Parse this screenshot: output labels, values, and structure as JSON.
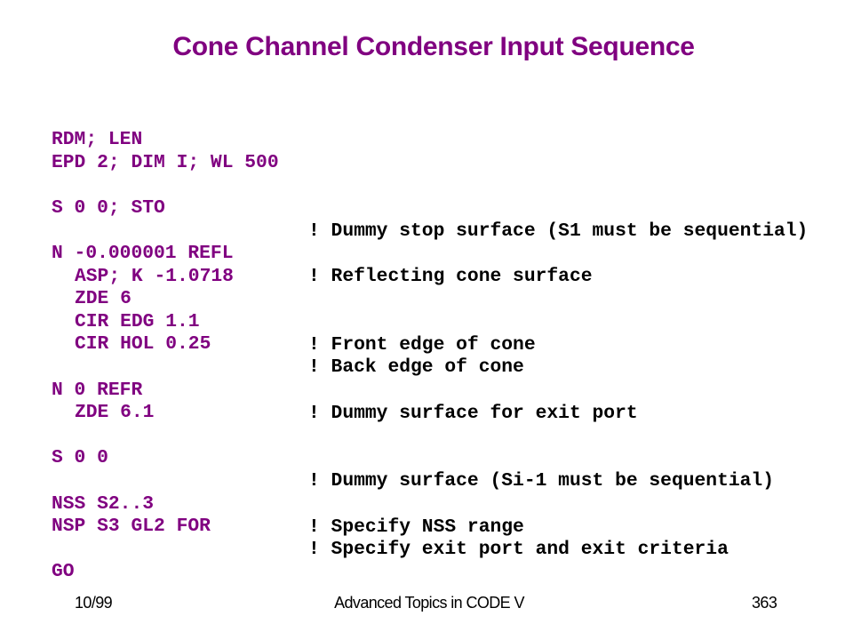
{
  "slide": {
    "title": "Cone Channel Condenser Input Sequence",
    "colors": {
      "title": "#800080",
      "command": "#800080",
      "comment": "#000000"
    },
    "lines": [
      {
        "command": "RDM; LEN",
        "comment": ""
      },
      {
        "command": "EPD 2; DIM I; WL 500",
        "comment": ""
      },
      {
        "command": "S 0 0; STO",
        "comment": "! Dummy stop surface (S1 must be sequential)"
      },
      {
        "command": "N -0.000001 REFL",
        "comment": "! Reflecting cone surface"
      },
      {
        "command": "ASP; K -1.0718",
        "comment": ""
      },
      {
        "command": "ZDE 6",
        "comment": ""
      },
      {
        "command": "CIR EDG 1.1",
        "comment": "! Front edge of cone"
      },
      {
        "command": "CIR HOL 0.25",
        "comment": "! Back edge of cone"
      },
      {
        "command": "N 0 REFR",
        "comment": "! Dummy surface for exit port"
      },
      {
        "command": "ZDE 6.1",
        "comment": ""
      },
      {
        "command": "S 0 0",
        "comment": "! Dummy surface (Si-1 must be sequential)"
      },
      {
        "command": "NSS S2..3",
        "comment": "! Specify NSS range"
      },
      {
        "command": "NSP S3 GL2 FOR",
        "comment": "! Specify exit port and exit criteria"
      },
      {
        "command": "GO",
        "comment": ""
      }
    ]
  },
  "footer": {
    "date": "10/99",
    "course": "Advanced Topics in CODE V",
    "page_number": "363"
  }
}
